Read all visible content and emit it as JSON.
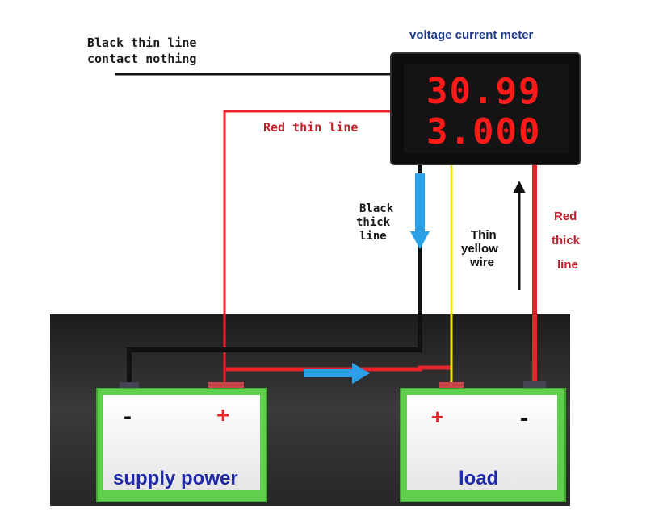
{
  "title": "voltage  current meter",
  "meter": {
    "voltage": "30.99",
    "current": "3.000"
  },
  "labels": {
    "black_thin_line_1": "Black thin line",
    "black_thin_line_2": "contact nothing",
    "red_thin_line": "Red thin line",
    "black_thick_1": "Black",
    "black_thick_2": "thick",
    "black_thick_3": "line",
    "thin_yellow_1": "Thin",
    "thin_yellow_2": "yellow",
    "thin_yellow_3": "wire",
    "red_thick_1": "Red",
    "red_thick_2": "thick",
    "red_thick_3": "line"
  },
  "supply": {
    "name": "supply power",
    "minus": "-",
    "plus": "+"
  },
  "load": {
    "name": "load",
    "minus": "-",
    "plus": "+"
  },
  "colors": {
    "red_wire": "#e8232a",
    "black_wire": "#111111",
    "yellow_wire": "#f2e600",
    "blue_arrow": "#2aa0e8",
    "battery_green": "#5fd04a",
    "panel_dark": "#2b2b2b",
    "display_red": "#ff1a1a"
  }
}
